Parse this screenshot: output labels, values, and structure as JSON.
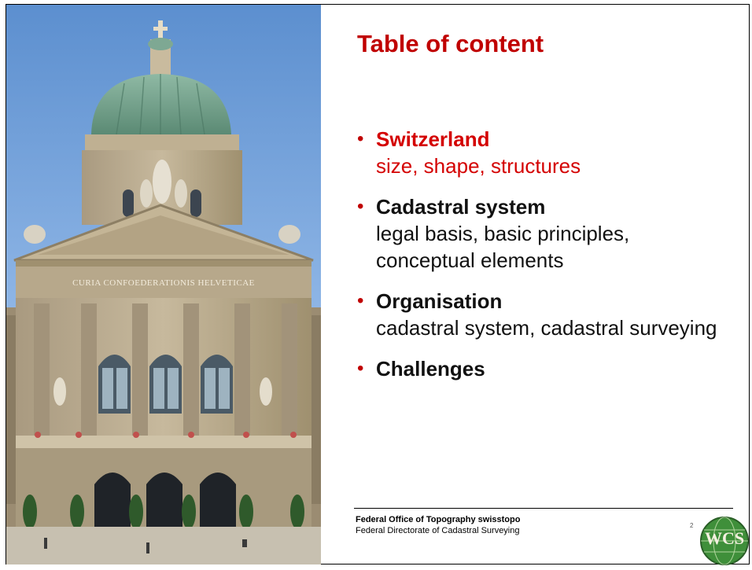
{
  "slide": {
    "title": "Table of content",
    "items": [
      {
        "heading": "Switzerland",
        "detail": "size, shape, structures",
        "active": true
      },
      {
        "heading": "Cadastral system",
        "detail": "legal basis, basic principles, conceptual elements",
        "active": false
      },
      {
        "heading": "Organisation",
        "detail": "cadastral system, cadastral surveying",
        "active": false
      },
      {
        "heading": "Challenges",
        "detail": "",
        "active": false
      }
    ],
    "bullet": "•",
    "photo_inscription": "CURIA CONFOEDERATIONIS HELVETICAE",
    "footer": {
      "org": "Federal Office of Topography swisstopo",
      "dept": "Federal Directorate of Cadastral Surveying"
    },
    "slide_number": "2",
    "logo_text": "WCS"
  },
  "colors": {
    "accent_red": "#c00000",
    "text": "#111111",
    "dome_green": "#6f9a86",
    "stone": "#b9a98e",
    "sky": "#6f9fd8",
    "logo_green": "#3f8f3a"
  },
  "icons": [
    "bullet-dot",
    "wcs-globe-logo"
  ]
}
